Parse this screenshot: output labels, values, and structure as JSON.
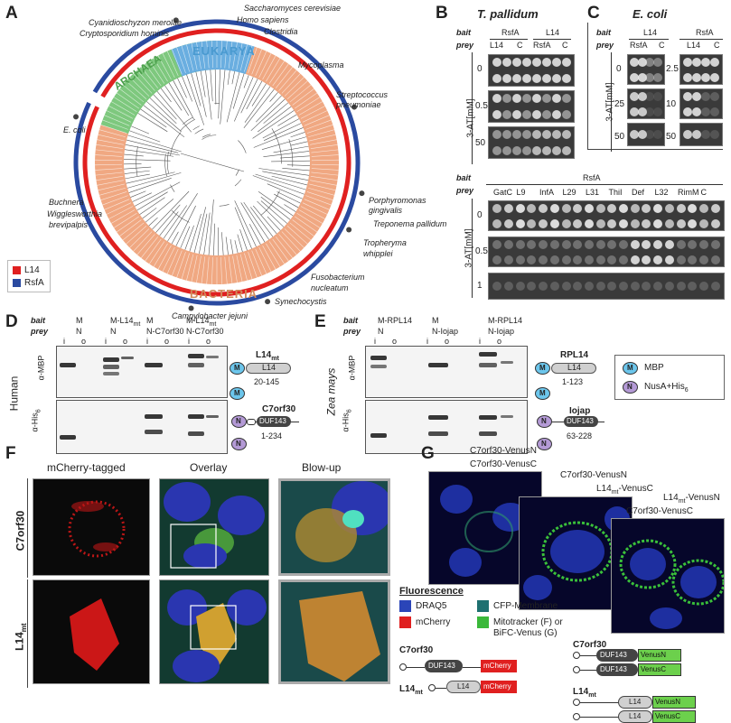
{
  "panels": {
    "A": "A",
    "B": "B",
    "C": "C",
    "D": "D",
    "E": "E",
    "F": "F",
    "G": "G"
  },
  "panelA": {
    "species": {
      "cyanidioschyzon": "Cyanidioschyzon merolae",
      "cryptosporidium": "Cryptosporidium hominis",
      "saccharomyces": "Saccharomyces cerevisiae",
      "homo": "Homo sapiens",
      "clostridia": "Clostridia",
      "mycoplasma": "Mycoplasma",
      "streptococcus": "Streptococcus",
      "streptococcus2": "pneumoniae",
      "ecoli": "E. coli",
      "buchnera": "Buchnera",
      "wigglesworthia": "Wigglesworthia",
      "wigglesworthia2": "brevipalpis",
      "porphyromonas": "Porphyromonas",
      "porphyromonas2": "gingivalis",
      "treponema": "Treponema pallidum",
      "tropheryma": "Tropheryma",
      "tropheryma2": "whipplei",
      "fusobacterium": "Fusobacterium",
      "fusobacterium2": "nucleatum",
      "synechocystis": "Synechocystis",
      "campylobacter": "Campylobacter jejuni"
    },
    "domains": {
      "eukarya": "EUKARYA",
      "archaea": "ARCHAEA",
      "bacteria": "BACTERIA"
    },
    "legend": [
      {
        "label": "L14",
        "color": "#e02020"
      },
      {
        "label": "RsfA",
        "color": "#2a4aa0"
      }
    ],
    "colors": {
      "bacteria": "#f0a882",
      "eukarya": "#6aaee0",
      "archaea": "#7ec87e"
    }
  },
  "panelB": {
    "title": "T. pallidum",
    "bait": "bait",
    "prey": "prey",
    "bait_cols": [
      "RsfA",
      "L14"
    ],
    "prey_cols": [
      "L14",
      "C",
      "RsfA",
      "C"
    ],
    "axis": "3-AT[mM]",
    "rows": [
      "0",
      "0.5",
      "50"
    ]
  },
  "panelC": {
    "title": "E. coli",
    "bait": "bait",
    "prey": "prey",
    "bait_cols": [
      "L14",
      "RsfA"
    ],
    "prey_cols": [
      "RsfA",
      "C",
      "L14",
      "C"
    ],
    "axis": "3-AT[mM]",
    "rows_left": [
      "0",
      "25",
      "50"
    ],
    "rows_right": [
      "2.5",
      "10",
      "50"
    ]
  },
  "panelB2": {
    "bait": "bait",
    "prey": "prey",
    "bait_label": "RsfA",
    "prey_cols": [
      "GatC",
      "L9",
      "InfA",
      "L29",
      "L31",
      "ThiI",
      "Def",
      "L32",
      "RimM",
      "C"
    ],
    "axis": "3-AT[mM]",
    "rows": [
      "0",
      "0.5",
      "1"
    ]
  },
  "panelD": {
    "bait": "bait",
    "prey": "prey",
    "cols": [
      {
        "bait": "M",
        "prey": "N"
      },
      {
        "bait": "M-L14",
        "sub": "mt",
        "prey": "N"
      },
      {
        "bait": "M",
        "prey": "N-C7orf30"
      },
      {
        "bait": "M-L14",
        "sub": "mt",
        "prey": "N-C7orf30"
      }
    ],
    "io": [
      "i",
      "o"
    ],
    "species": "Human",
    "row1": "α-MBP",
    "row2": "α-His",
    "row2_sub": "6",
    "prot1_name": "L14",
    "prot1_sub": "mt",
    "prot1_domain": "L14",
    "prot1_range": "20-145",
    "prot2_name": "C7orf30",
    "prot2_domain": "DUF143",
    "prot2_range": "1-234",
    "tagM": "M",
    "tagN": "N"
  },
  "panelE": {
    "bait": "bait",
    "prey": "prey",
    "cols": [
      {
        "bait": "M-RPL14",
        "prey": "N"
      },
      {
        "bait": "M",
        "prey": "N-Iojap"
      },
      {
        "bait": "M-RPL14",
        "prey": "N-Iojap"
      }
    ],
    "io": [
      "i",
      "o"
    ],
    "species": "Zea mays",
    "row1": "α-MBP",
    "row2": "α-His",
    "row2_sub": "6",
    "prot1_name": "RPL14",
    "prot1_domain": "L14",
    "prot1_range": "1-123",
    "prot2_name": "Iojap",
    "prot2_domain": "DUF143",
    "prot2_range": "63-228",
    "tagM": "M",
    "tagN": "N",
    "legend_m": "MBP",
    "legend_n": "NusA+His",
    "legend_n_sub": "6"
  },
  "panelF": {
    "col1": "mCherry-tagged",
    "col2": "Overlay",
    "col3": "Blow-up",
    "row1": "C7orf30",
    "row2": "L14",
    "row2_sub": "mt"
  },
  "panelG": {
    "img1_line1": "C7orf30-VenusN",
    "img1_line2": "C7orf30-VenusC",
    "img2_line1": "C7orf30-VenusN",
    "img2_line2a": "L14",
    "img2_line2sub": "mt",
    "img2_line2b": "-VenusC",
    "img3_line1a": "L14",
    "img3_line1sub": "mt",
    "img3_line1b": "-VenusN",
    "img3_line2": "C7orf30-VenusC"
  },
  "fluorescence": {
    "title": "Fluorescence",
    "items": [
      {
        "label": "DRAQ5",
        "color": "#2b45b8"
      },
      {
        "label": "mCherry",
        "color": "#e02020"
      },
      {
        "label": "CFP-Membrane",
        "color": "#1e7070"
      },
      {
        "label": "Mitotracker (F) or",
        "label2": "BiFC-Venus (G)",
        "color": "#3ab83a"
      }
    ]
  },
  "constructsF": {
    "c7": "C7orf30",
    "c7_domain": "DUF143",
    "c7_tag": "mCherry",
    "l14": "L14",
    "l14_sub": "mt",
    "l14_domain": "L14",
    "l14_tag": "mCherry"
  },
  "constructsG": {
    "c7": "C7orf30",
    "domain": "DUF143",
    "tagN": "VenusN",
    "tagC": "VenusC",
    "l14": "L14",
    "l14_sub": "mt",
    "l14_domain": "L14"
  }
}
